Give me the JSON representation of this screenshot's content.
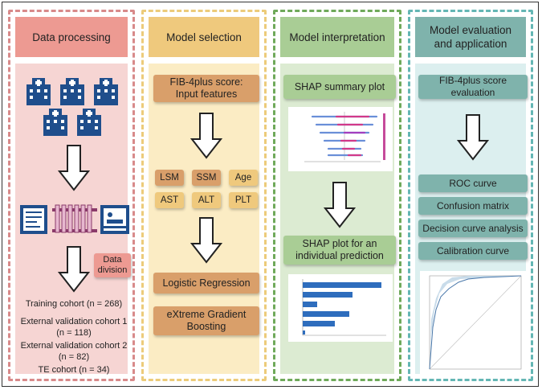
{
  "panels": {
    "data_processing": {
      "title": "Data processing",
      "division": "Data division",
      "cohorts": [
        "Training cohort (n = 268)",
        "External validation cohort 1 (n = 118)",
        "External validation cohort 2 (n = 82)",
        "TE cohort (n = 34)"
      ]
    },
    "model_selection": {
      "title": "Model selection",
      "input": "FIB-4plus score: Input features",
      "features": [
        "LSM",
        "SSM",
        "Age",
        "AST",
        "ALT",
        "PLT"
      ],
      "models": [
        "Logistic Regression",
        "eXtreme Gradient Boosting"
      ]
    },
    "model_interpretation": {
      "title": "Model interpretation",
      "summary": "SHAP summary plot",
      "individual": "SHAP plot for an individual prediction"
    },
    "model_evaluation": {
      "title": "Model evaluation and application",
      "score_eval": "FIB-4plus score evaluation",
      "metrics": [
        "ROC curve",
        "Confusion matrix",
        "Decision curve analysis",
        "Calibration curve"
      ]
    }
  },
  "colors": {
    "red_border": "#d88a8a",
    "red_fill": "#f6d5d3",
    "red_box": "#ed9a92",
    "yellow_border": "#eccb7a",
    "yellow_fill": "#fbecc4",
    "yellow_box": "#efc97d",
    "orange_box": "#d99f6a",
    "green_border": "#6fa95a",
    "green_fill": "#dcebd2",
    "green_box": "#a9cd95",
    "teal_border": "#64b6b4",
    "teal_fill": "#dcefef",
    "teal_box": "#7fb3ac",
    "building": "#1f4e8c"
  }
}
